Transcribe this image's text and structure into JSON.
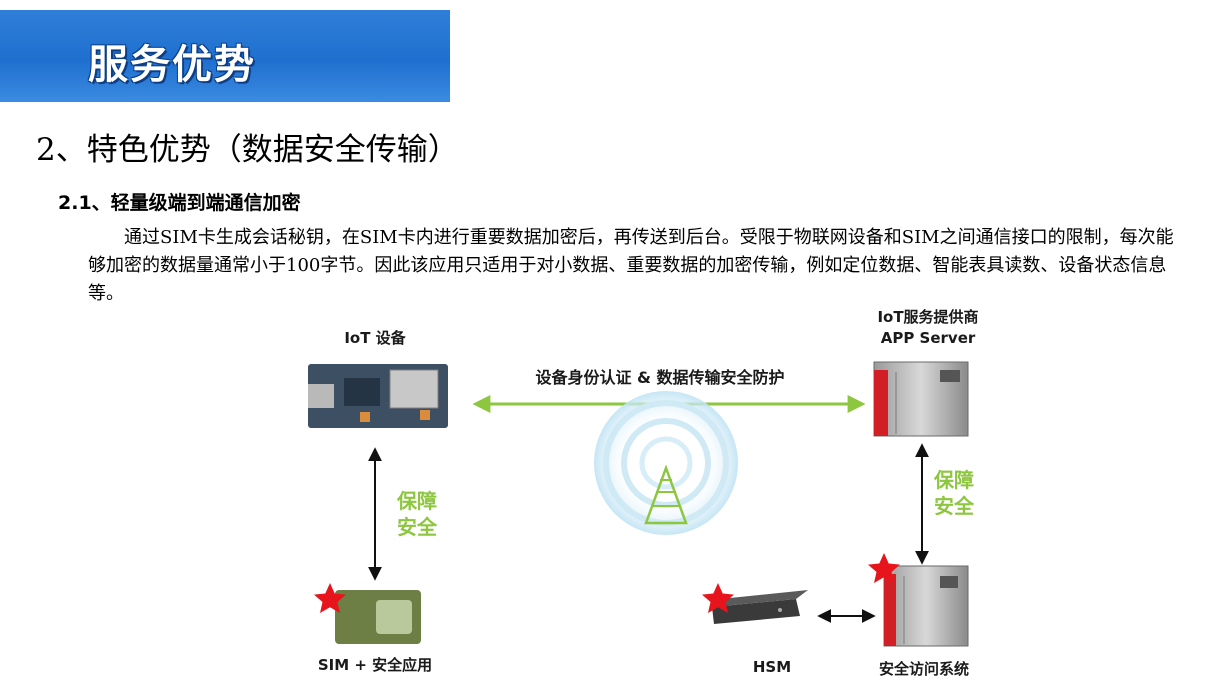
{
  "banner": {
    "title": "服务优势"
  },
  "heading": "2、特色优势（数据安全传输）",
  "subheading": "2.1、轻量级端到端通信加密",
  "paragraph": "通过SIM卡生成会话秘钥，在SIM卡内进行重要数据加密后，再传送到后台。受限于物联网设备和SIM之间通信接口的限制，每次能够加密的数据量通常小于100字节。因此该应用只适用于对小数据、重要数据的加密传输，例如定位数据、智能表具读数、设备状态信息等。",
  "diagram": {
    "iot_device_label": "IoT 设备",
    "server_label_line1": "IoT服务提供商",
    "server_label_line2": "APP Server",
    "link_label": "设备身份认证 & 数据传输安全防护",
    "left_protect_line1": "保障",
    "left_protect_line2": "安全",
    "right_protect_line1": "保障",
    "right_protect_line2": "安全",
    "sim_label": "SIM + 安全应用",
    "hsm_label": "HSM",
    "access_label": "安全访问系统",
    "colors": {
      "accent_green": "#8dc63f",
      "star_red": "#e8141b",
      "banner_blue": "#2a7ad6"
    }
  }
}
